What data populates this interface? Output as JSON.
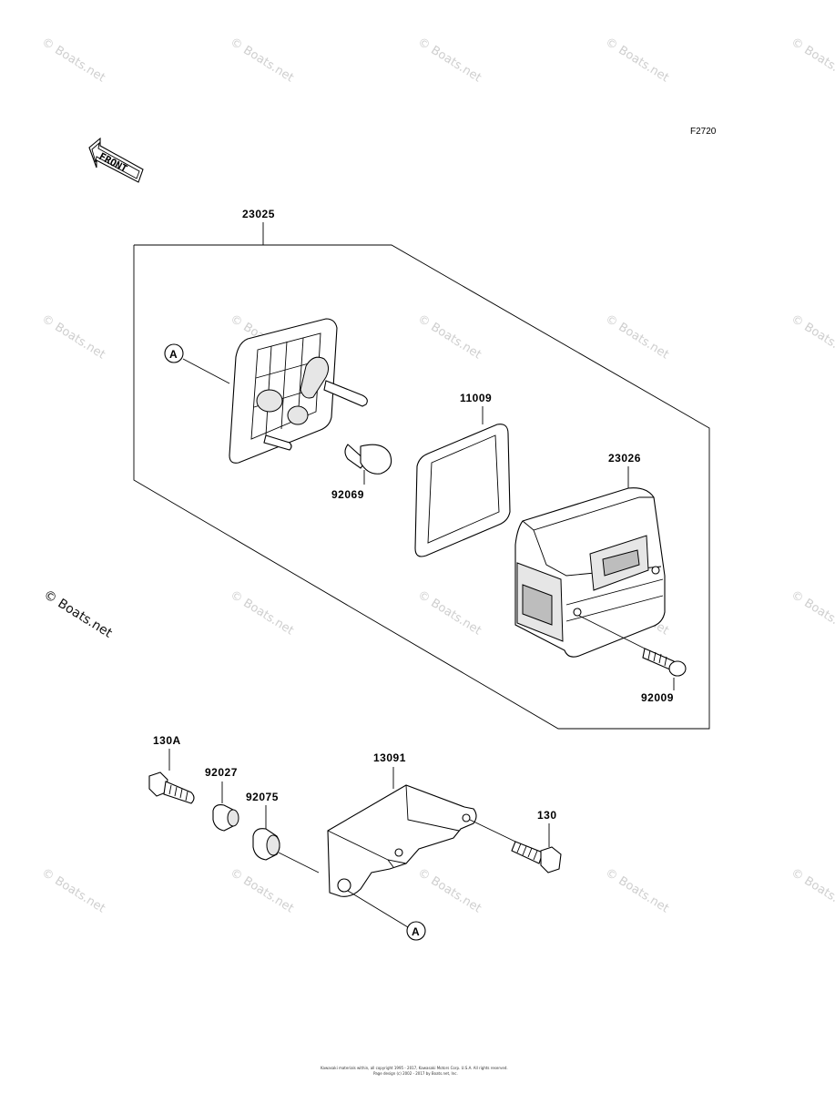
{
  "figure_code": "F2720",
  "front_label": "FRONT",
  "watermark": "© Boats.net",
  "watermark_main": "© Boats.net",
  "copyright_line1": "Kawasaki materials within, all copyright 1995 - 2017, Kawasaki Motors Corp. U.S.A. All rights reserved.",
  "copyright_line2": "Page design (c) 2002 - 2017 by Boats.net, Inc.",
  "callouts": {
    "a_top": "A",
    "a_bottom": "A"
  },
  "parts": {
    "p23025": "23025",
    "p11009": "11009",
    "p23026": "23026",
    "p92069": "92069",
    "p92009": "92009",
    "p130A": "130A",
    "p92027": "92027",
    "p92075": "92075",
    "p13091": "13091",
    "p130": "130"
  }
}
